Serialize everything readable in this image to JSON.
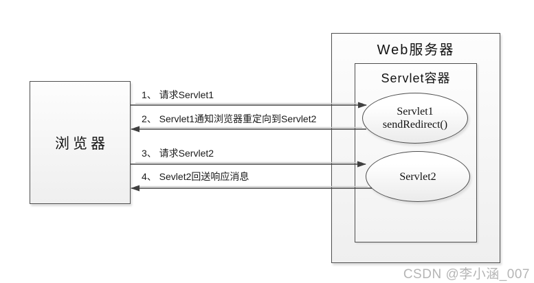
{
  "diagram": {
    "browser": {
      "label": "浏览器"
    },
    "web_server": {
      "title": "Web服务器"
    },
    "servlet_container": {
      "title": "Servlet容器"
    },
    "servlet1": {
      "line1": "Servlet1",
      "line2": "sendRedirect()"
    },
    "servlet2": {
      "label": "Servlet2"
    },
    "messages": [
      {
        "label": "1、 请求Servlet1",
        "direction": "browser-to-servlet1"
      },
      {
        "label": "2、 Servlet1通知浏览器重定向到Servlet2",
        "direction": "servlet1-to-browser"
      },
      {
        "label": "3、 请求Servlet2",
        "direction": "browser-to-servlet2"
      },
      {
        "label": "4、 Sevlet2回送响应消息",
        "direction": "servlet2-to-browser"
      }
    ]
  },
  "watermark": "CSDN @李小涵_007",
  "colors": {
    "shape_border": "#4d4d4d",
    "arrow_line": "#404040",
    "shape_fill_light": "#fdfdfd",
    "shape_fill_shade": "#efefef",
    "watermark_gray": "#b5b5b5"
  }
}
